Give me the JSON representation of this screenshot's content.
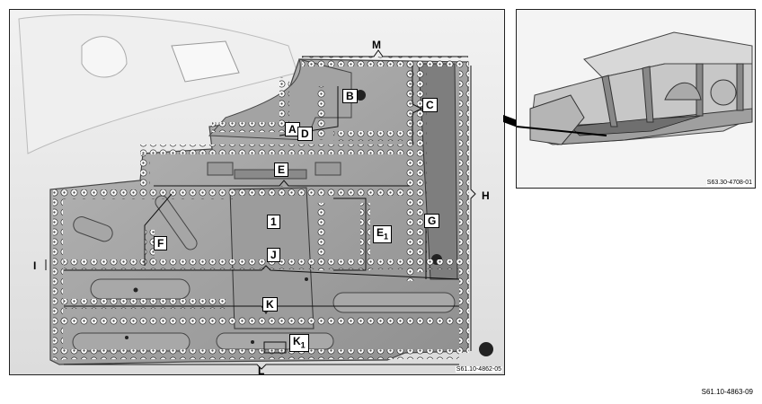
{
  "main_diagram": {
    "reference": "S61.10-4862-05",
    "callouts": {
      "M": "M",
      "B": "B",
      "C": "C",
      "A": "A",
      "D": "D",
      "E": "E",
      "H": "H",
      "G": "G",
      "one": "1",
      "E1": "E1",
      "F": "F",
      "I": "I",
      "J": "J",
      "K": "K",
      "K1": "K1",
      "L": "L"
    }
  },
  "inset_diagram": {
    "reference": "S63.30-4708-01"
  },
  "figure_reference": "S61.10-4863-09"
}
